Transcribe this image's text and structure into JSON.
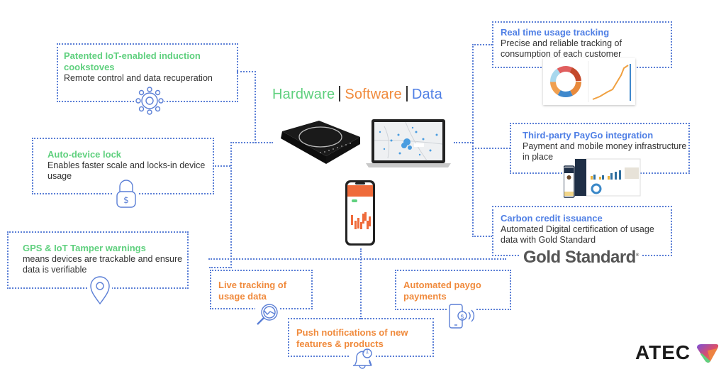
{
  "headline": {
    "hardware": "Hardware",
    "software": "Software",
    "data": "Data"
  },
  "colors": {
    "green": "#5fd07e",
    "orange": "#f08a3c",
    "blue": "#4f7fe5",
    "connector": "#5b7fd6"
  },
  "left_features": [
    {
      "title": "Patented IoT-enabled induction cookstoves",
      "desc": "Remote control and data recuperation",
      "icon": "gear-network-icon"
    },
    {
      "title": "Auto-device lock",
      "desc": "Enables faster scale and locks-in device usage",
      "icon": "padlock-dollar-icon"
    },
    {
      "title": "GPS & IoT Tamper warnings",
      "desc": "means devices are trackable and ensure data is verifiable",
      "icon": "location-pin-icon"
    }
  ],
  "bottom_features": [
    {
      "title": "Live tracking of usage data",
      "icon": "magnifier-chart-icon"
    },
    {
      "title": "Push notifications of new features & products",
      "icon": "bell-notification-icon",
      "badge": "1"
    },
    {
      "title": "Automated paygo payments",
      "icon": "phone-payment-icon"
    }
  ],
  "right_features": [
    {
      "title": "Real time usage tracking",
      "desc": "Precise and reliable tracking of consumption of each customer",
      "image": "usage-dashboard-screenshot"
    },
    {
      "title": "Third-party PayGo integration",
      "desc": "Payment and mobile money infrastructure in place",
      "image": "paygo-dashboard-screenshot"
    },
    {
      "title": "Carbon credit issuance",
      "desc": "Automated Digital certification of usage data with Gold Standard",
      "logo_text": "Gold Standard"
    }
  ],
  "brand": {
    "name": "ATEC"
  }
}
